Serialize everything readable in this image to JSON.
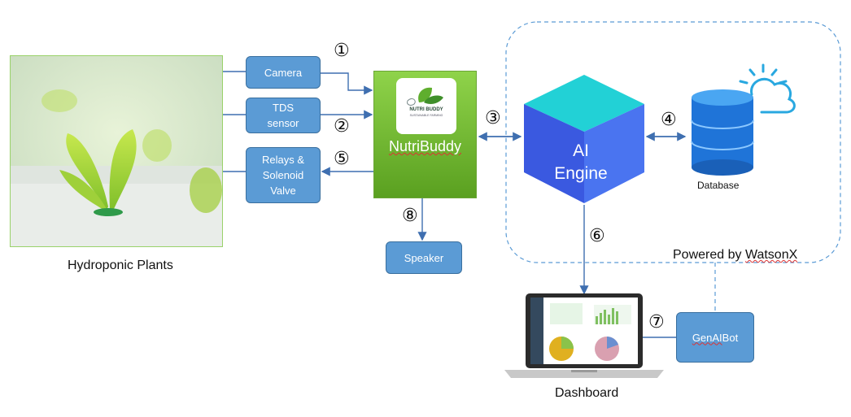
{
  "inputs": {
    "camera": "Camera",
    "tds": "TDS\nsensor",
    "relays": "Relays &\nSolenoid\nValve"
  },
  "plants_caption": "Hydroponic Plants",
  "nutribuddy": {
    "title": "NutriBuddy",
    "logo_text": "NUTRI BUDDY",
    "logo_subtext": "SUSTAINABLE FARMING"
  },
  "speaker": "Speaker",
  "ai_engine": {
    "line1": "AI",
    "line2": "Engine"
  },
  "database": "Database",
  "powered_by": {
    "prefix": "Powered by ",
    "brand": "WatsonX"
  },
  "dashboard": "Dashboard",
  "genai_bot": {
    "name": "GenAI",
    "suffix": " Bot"
  },
  "step_numbers": [
    "①",
    "②",
    "③",
    "④",
    "⑤",
    "⑥",
    "⑦",
    "⑧"
  ],
  "colors": {
    "blue_box": "#5b9bd5",
    "nutri_green": "#6bb52a",
    "cube_top": "#22d1d6",
    "cube_left": "#3a59e0",
    "cube_right": "#4a74f0",
    "dashed_border": "#5b9bd5",
    "database_blue": "#1f74d8"
  },
  "icons": [
    "cloud-sun-icon",
    "database-icon",
    "laptop-icon",
    "leaf-logo-icon"
  ]
}
